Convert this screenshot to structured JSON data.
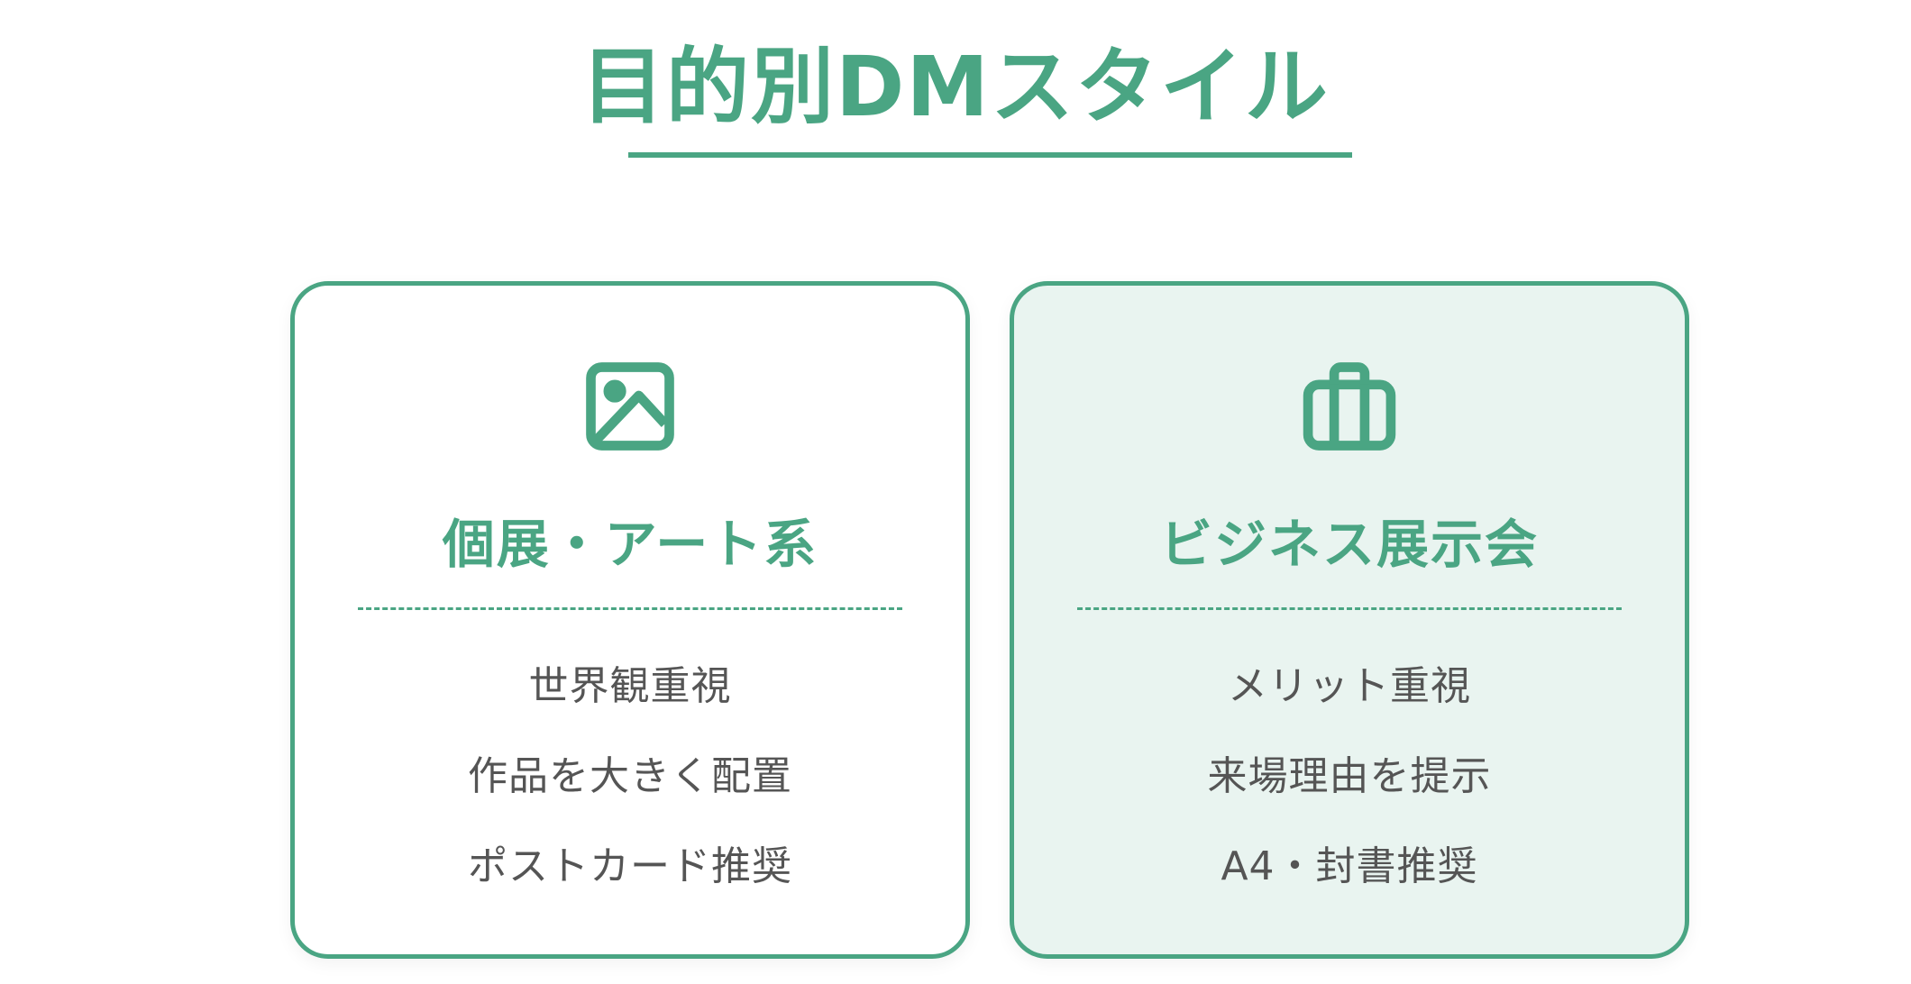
{
  "title": "目的別DMスタイル",
  "accent_color": "#4aa583",
  "cards": [
    {
      "icon": "image-icon",
      "heading": "個展・アート系",
      "items": [
        "世界観重視",
        "作品を大きく配置",
        "ポストカード推奨"
      ]
    },
    {
      "icon": "briefcase-icon",
      "heading": "ビジネス展示会",
      "items": [
        "メリット重視",
        "来場理由を提示",
        "A4・封書推奨"
      ]
    }
  ]
}
